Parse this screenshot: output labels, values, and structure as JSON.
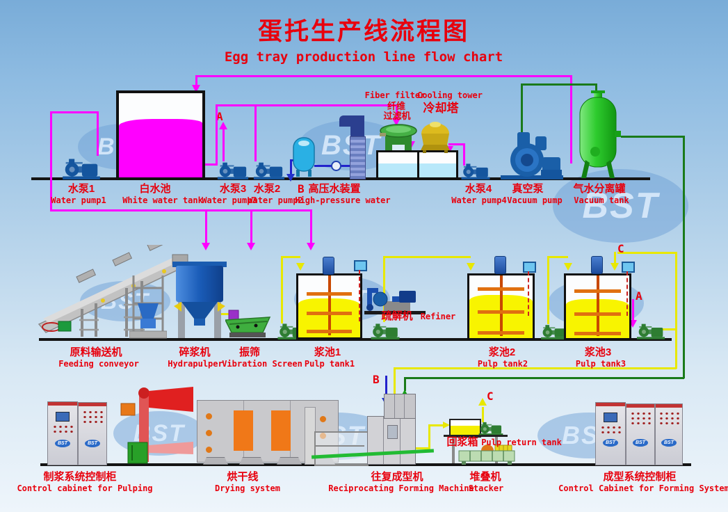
{
  "title": {
    "zh": "蛋托生产线流程图",
    "en": "Egg tray production line flow chart"
  },
  "watermark": {
    "text": "BST"
  },
  "markers": {
    "a": "A",
    "b": "B",
    "c": "C"
  },
  "colors": {
    "label_red": "#e8000d",
    "pipe_magenta": "#ff00ff",
    "pipe_yellow": "#e8e800",
    "pipe_green": "#1a7a1a",
    "pipe_blue": "#2222cc",
    "white_water": "#ff00ff",
    "pulp_yellow": "#f8f400",
    "water_blue": "#b8e8fa",
    "machine_blue": "#1a5fa8",
    "vacuum_tank_green": "#2ecc2e",
    "cooling_tower_gold": "#cfa816",
    "drying_orange": "#f07818"
  },
  "labels": {
    "water_pump_1": {
      "zh": "水泵1",
      "en": "Water pump1"
    },
    "white_water_tank": {
      "zh": "白水池",
      "en": "White water tank"
    },
    "water_pump_3": {
      "zh": "水泵3",
      "en": "Water pump3"
    },
    "water_pump_2": {
      "zh": "水泵2",
      "en": "Water pump2"
    },
    "high_pressure_water": {
      "zh": "高压水装置",
      "en": "High-pressure water"
    },
    "fiber_filter": {
      "en": "Fiber filter",
      "zh_line1": "纤维",
      "zh_line2": "过滤机"
    },
    "cooling_tower": {
      "en": "Cooling tower",
      "zh": "冷却塔"
    },
    "water_pump_4": {
      "zh": "水泵4",
      "en": "Water pump4"
    },
    "vacuum_pump": {
      "zh": "真空泵",
      "en": "Vacuum pump"
    },
    "vacuum_tank": {
      "zh": "气水分离罐",
      "en": "Vacuum tank"
    },
    "feeding_conveyor": {
      "zh": "原料输送机",
      "en": "Feeding conveyor"
    },
    "hydrapulper": {
      "zh": "碎浆机",
      "en": "Hydrapulper"
    },
    "vibration_screen": {
      "zh": "振筛",
      "en": "Vibration Screen"
    },
    "pulp_tank_1": {
      "zh": "浆池1",
      "en": "Pulp tank1"
    },
    "refiner": {
      "zh": "疏解机",
      "en": "Refiner"
    },
    "pulp_tank_2": {
      "zh": "浆池2",
      "en": "Pulp tank2"
    },
    "pulp_tank_3": {
      "zh": "浆池3",
      "en": "Pulp tank3"
    },
    "control_cabinet_pulping": {
      "zh": "制浆系统控制柜",
      "en": "Control cabinet for Pulping"
    },
    "drying_system": {
      "zh": "烘干线",
      "en": "Drying system"
    },
    "forming_machine": {
      "zh": "往复成型机",
      "en": "Reciprocating Forming Machine"
    },
    "pulp_return_tank": {
      "zh": "回浆箱",
      "en": "Pulp return tank"
    },
    "stacker": {
      "zh": "堆叠机",
      "en": "Stacker"
    },
    "control_cabinet_forming": {
      "zh": "成型系统控制柜",
      "en": "Control Cabinet for Forming System"
    }
  }
}
